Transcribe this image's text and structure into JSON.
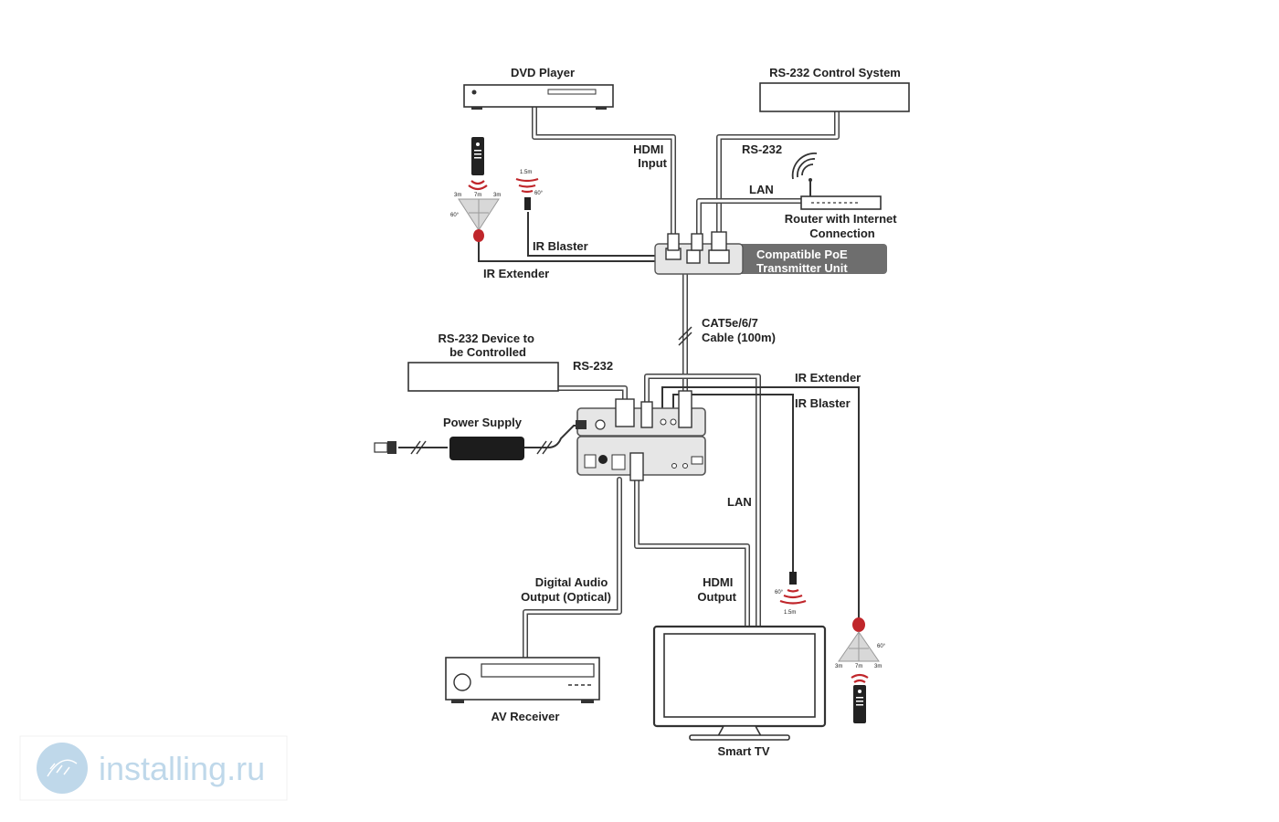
{
  "labels": {
    "dvd_player": "DVD Player",
    "rs232_control_system": "RS-232 Control System",
    "hdmi_input": [
      "HDMI",
      "Input"
    ],
    "rs232_top": "RS-232",
    "lan_top": "LAN",
    "router": [
      "Router with Internet",
      "Connection"
    ],
    "ir_blaster_top": "IR Blaster",
    "ir_extender_top": "IR Extender",
    "transmitter": [
      "Compatible PoE",
      "Transmitter Unit"
    ],
    "cat_cable": [
      "CAT5e/6/7",
      "Cable (100m)"
    ],
    "rs232_device": [
      "RS-232 Device to",
      "be Controlled"
    ],
    "rs232_bottom": "RS-232",
    "ir_extender_bottom": "IR Extender",
    "ir_blaster_bottom": "IR Blaster",
    "power_supply": "Power Supply",
    "lan_bottom": "LAN",
    "digital_audio": [
      "Digital Audio",
      "Output (Optical)"
    ],
    "hdmi_output": [
      "HDMI",
      "Output"
    ],
    "av_receiver": "AV Receiver",
    "smart_tv": "Smart TV"
  },
  "ir_specs": {
    "extender_left": "3m",
    "extender_mid": "7m",
    "extender_right": "3m",
    "extender_angle": "60°",
    "blaster_range": "1.5m",
    "blaster_angle": "60°"
  },
  "watermark": {
    "text": "installing.ru"
  },
  "colors": {
    "ir_red": "#c0262b",
    "transmitter_label_bg": "#6e6e6e",
    "device_gray": "#d9d9d9",
    "watermark": "#bfd8ea"
  }
}
